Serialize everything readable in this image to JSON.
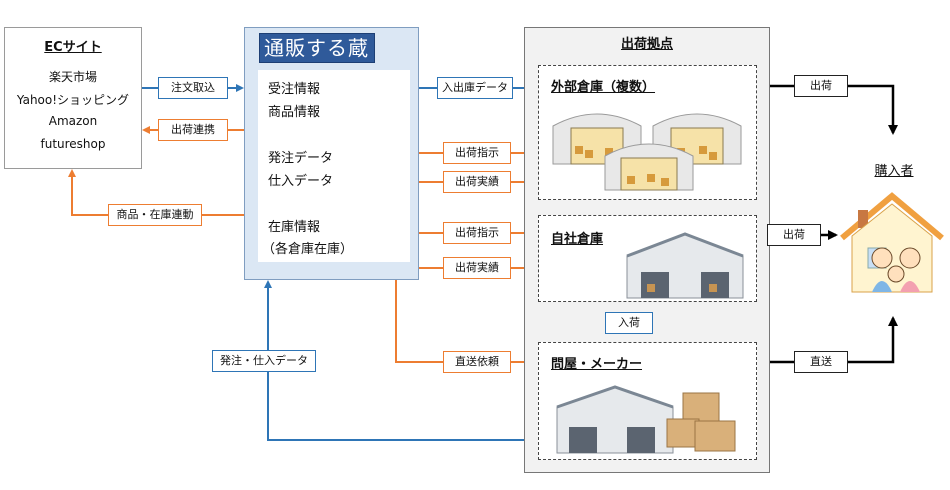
{
  "ec_site": {
    "title": "ECサイト",
    "items": [
      "楽天市場",
      "Yahoo!ショッピング",
      "Amazon",
      "futureshop"
    ]
  },
  "tsuhan": {
    "logo": "通販する蔵",
    "items": [
      "受注情報",
      "商品情報",
      "発注データ",
      "仕入データ",
      "在庫情報",
      "（各倉庫在庫）"
    ]
  },
  "base": {
    "title": "出荷拠点",
    "external": "外部倉庫（複数）",
    "own": "自社倉庫",
    "maker": "問屋・メーカー"
  },
  "buyer": {
    "title": "購入者"
  },
  "labels": {
    "order_import": "注文取込",
    "ship_link": "出荷連携",
    "item_stock_link": "商品・在庫連動",
    "inout_data": "入出庫データ",
    "ship_instruct_1": "出荷指示",
    "ship_result_1": "出荷実績",
    "ship_instruct_2": "出荷指示",
    "ship_result_2": "出荷実績",
    "direct_request": "直送依頼",
    "receiving": "入荷",
    "order_purchase_data": "発注・仕入データ",
    "ship_1": "出荷",
    "ship_2": "出荷",
    "direct_ship": "直送"
  },
  "colors": {
    "blue": "#2e75b6",
    "orange": "#ed7d31",
    "black": "#000000"
  }
}
